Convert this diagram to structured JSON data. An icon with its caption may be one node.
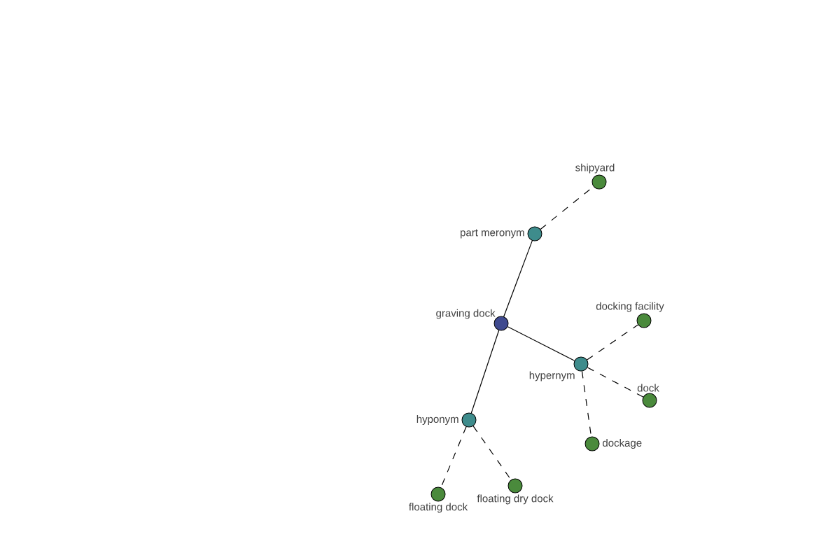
{
  "diagram": {
    "nodes": [
      {
        "text": [
          "graving dock"
        ]
      },
      {
        "text": [
          "part meronym"
        ]
      },
      {
        "text": [
          "hypernym"
        ]
      },
      {
        "text": [
          "hyponym"
        ]
      },
      {
        "text": [
          "shipyard"
        ]
      },
      {
        "text": [
          "docking facility"
        ]
      },
      {
        "text": [
          "dock"
        ]
      },
      {
        "text": [
          "dockage"
        ]
      },
      {
        "text": [
          "floating dock"
        ]
      },
      {
        "text": [
          "floating dry dock"
        ]
      }
    ],
    "edges": [
      {
        "from": 0,
        "to": 1,
        "arrow": "none"
      },
      {
        "from": 0,
        "to": 2,
        "arrow": "none"
      },
      {
        "from": 0,
        "to": 3,
        "arrow": "none"
      },
      {
        "from": 1,
        "to": 4,
        "arrow": "none",
        "style": "dashed"
      },
      {
        "from": 2,
        "to": 5,
        "arrow": "none",
        "style": "dashed"
      },
      {
        "from": 2,
        "to": 6,
        "arrow": "none",
        "style": "dashed"
      },
      {
        "from": 2,
        "to": 7,
        "arrow": "none",
        "style": "dashed"
      },
      {
        "from": 3,
        "to": 8,
        "arrow": "none",
        "style": "dashed"
      },
      {
        "from": 3,
        "to": 9,
        "arrow": "none",
        "style": "dashed"
      }
    ]
  }
}
